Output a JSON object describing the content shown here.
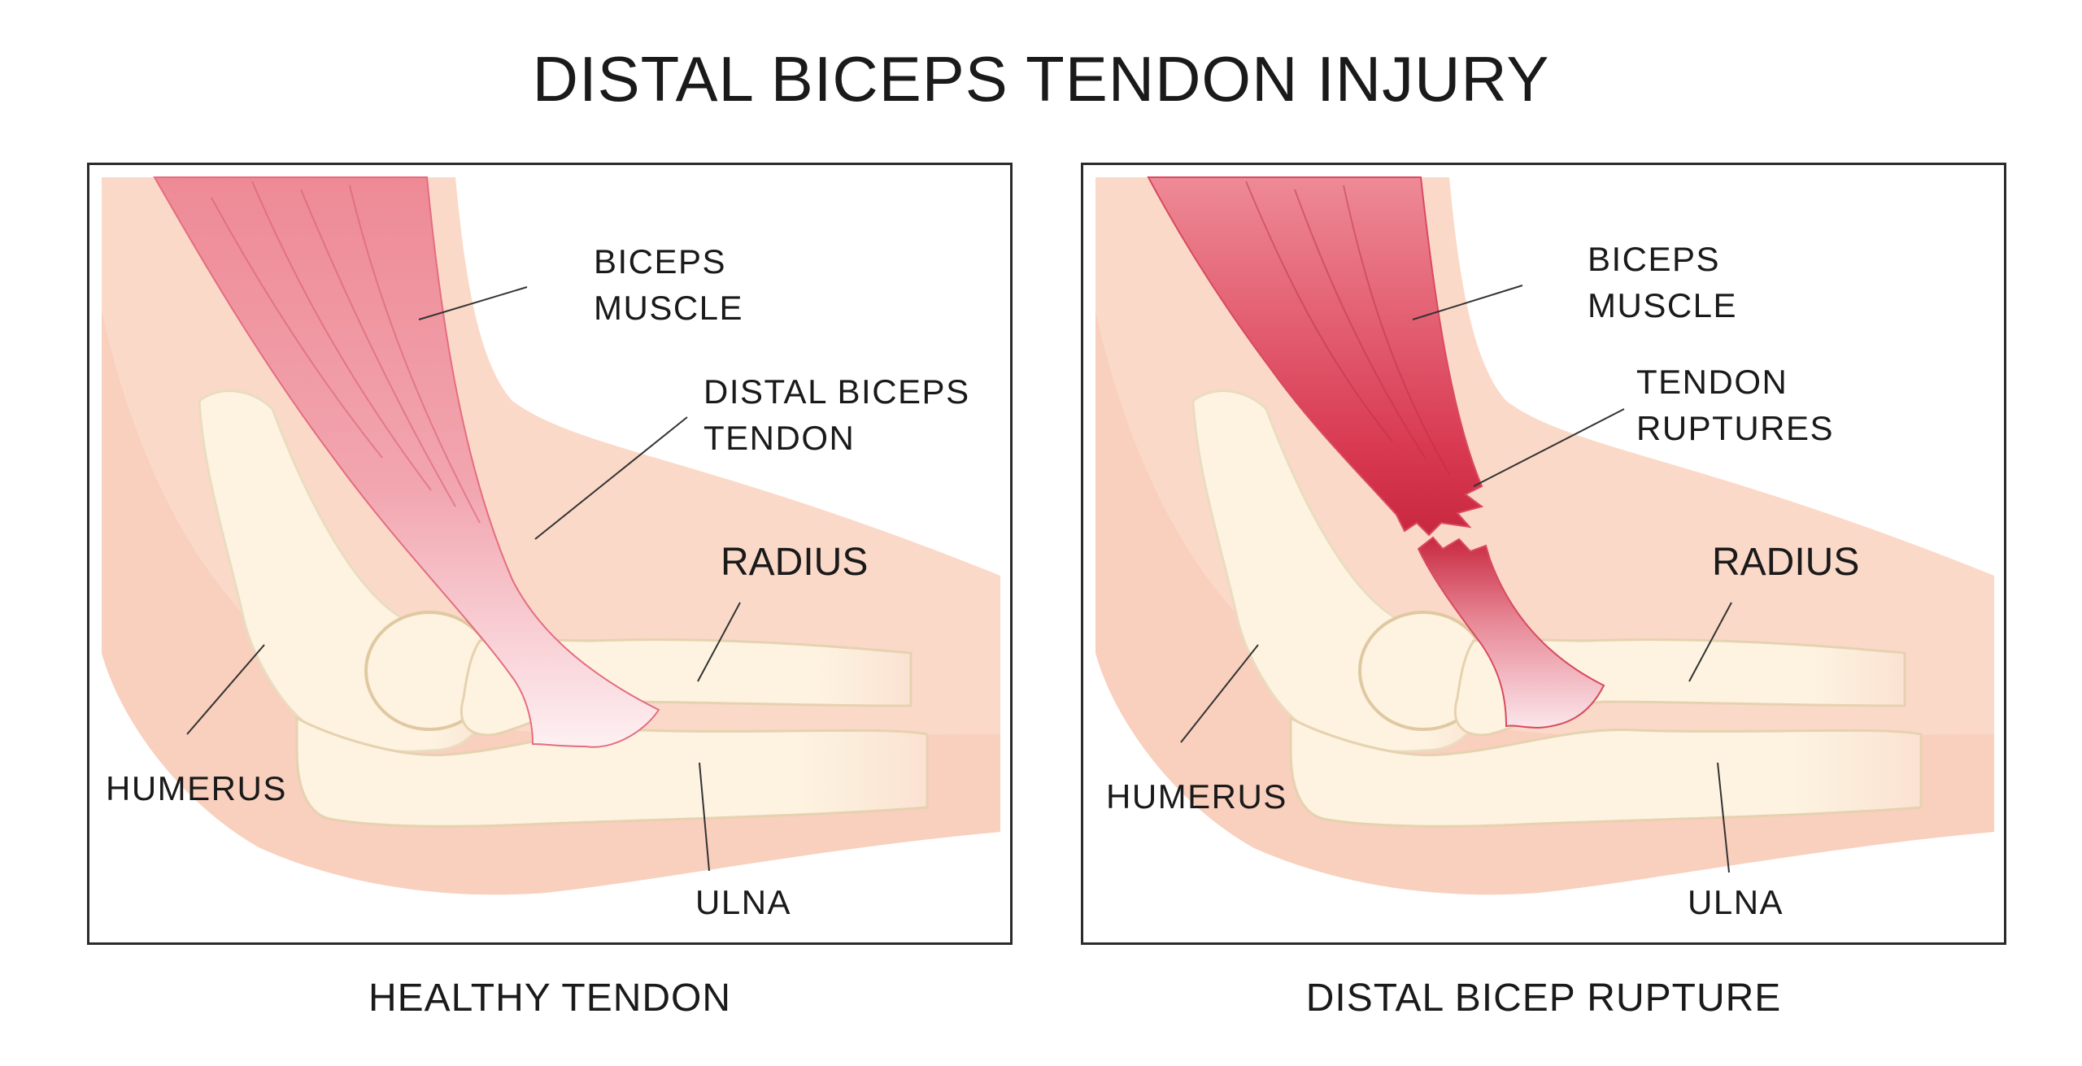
{
  "title": "DISTAL BICEPS TENDON INJURY",
  "panels": [
    {
      "caption": "HEALTHY TENDON",
      "labels": {
        "biceps_muscle": "BICEPS\nMUSCLE",
        "tendon": "DISTAL BICEPS\nTENDON",
        "radius": "RADIUS",
        "humerus": "HUMERUS",
        "ulna": "ULNA"
      }
    },
    {
      "caption": "DISTAL BICEP RUPTURE",
      "labels": {
        "biceps_muscle": "BICEPS\nMUSCLE",
        "tendon": "TENDON\nRUPTURES",
        "radius": "RADIUS",
        "humerus": "HUMERUS",
        "ulna": "ULNA"
      }
    }
  ],
  "colors": {
    "skin": "#fbd9c8",
    "skin_dark": "#f6c5b2",
    "muscle": "#ee8a96",
    "muscle_dark": "#d93a52",
    "bone": "#fdf3e0",
    "bone_edge": "#e6d2b0",
    "tendon": "#fbe6ea",
    "border": "#2b2b2b"
  }
}
